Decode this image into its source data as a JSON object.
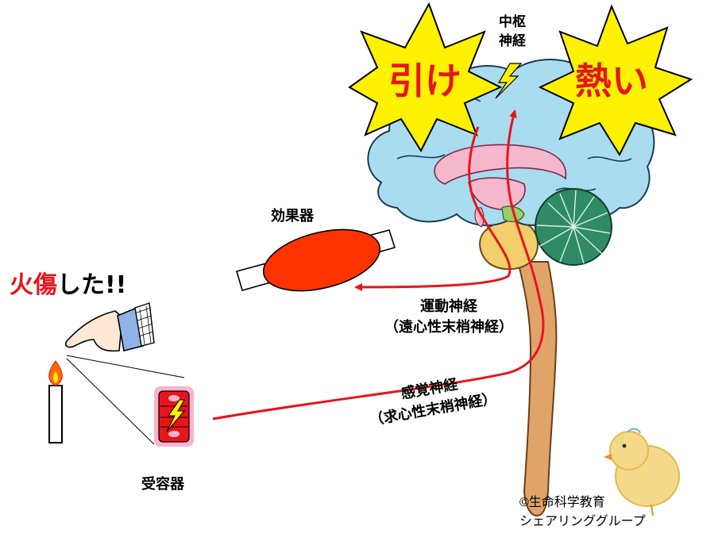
{
  "labels": {
    "central_nerve": [
      "中枢",
      "神経"
    ],
    "pull": "引け",
    "hot": "熱い",
    "effector": "効果器",
    "burn_prefix": "火傷",
    "burn_suffix": "した!!",
    "motor_nerve": "運動神経",
    "motor_nerve_sub": "（遠心性末梢神経）",
    "sensory_nerve": "感覚神経",
    "sensory_nerve_sub": "（求心性末梢神経）",
    "receptor": "受容器",
    "copyright_1": "©生命科学教育",
    "copyright_2": "シェアリンググループ"
  },
  "colors": {
    "nerve_path": "#e8141c",
    "burst_fill": "#fff200",
    "burst_text": "#e8141c",
    "burn_prefix": "#e8141c",
    "cerebrum": "#a9dcef",
    "corpus": "#f4b7cb",
    "brainstem": "#f2cf6b",
    "spinal": "#e0a468",
    "cerebellum": "#2e8b66",
    "muscle": "#ff3300",
    "receptor_bg": "#f7b3cf",
    "receptor_fill": "#e8141c"
  },
  "icons": [
    "flame-icon",
    "lightning-icon",
    "pointing-hand-icon",
    "chick-icon"
  ]
}
